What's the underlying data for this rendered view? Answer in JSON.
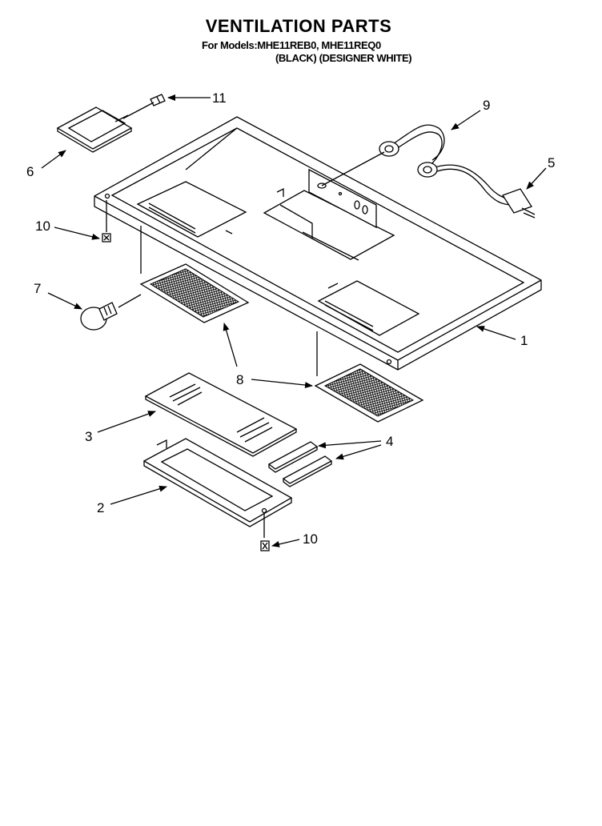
{
  "diagram": {
    "title": "VENTILATION PARTS",
    "models_line": "For Models:MHE11REB0, MHE11REQ0",
    "variants_line": "(BLACK)  (DESIGNER WHITE)",
    "callouts": [
      {
        "id": "c1",
        "label": "1"
      },
      {
        "id": "c2",
        "label": "2"
      },
      {
        "id": "c3",
        "label": "3"
      },
      {
        "id": "c4",
        "label": "4"
      },
      {
        "id": "c5",
        "label": "5"
      },
      {
        "id": "c6",
        "label": "6"
      },
      {
        "id": "c7",
        "label": "7"
      },
      {
        "id": "c8",
        "label": "8"
      },
      {
        "id": "c9",
        "label": "9"
      },
      {
        "id": "c10a",
        "label": "10"
      },
      {
        "id": "c10b",
        "label": "10"
      },
      {
        "id": "c11",
        "label": "11"
      }
    ]
  }
}
